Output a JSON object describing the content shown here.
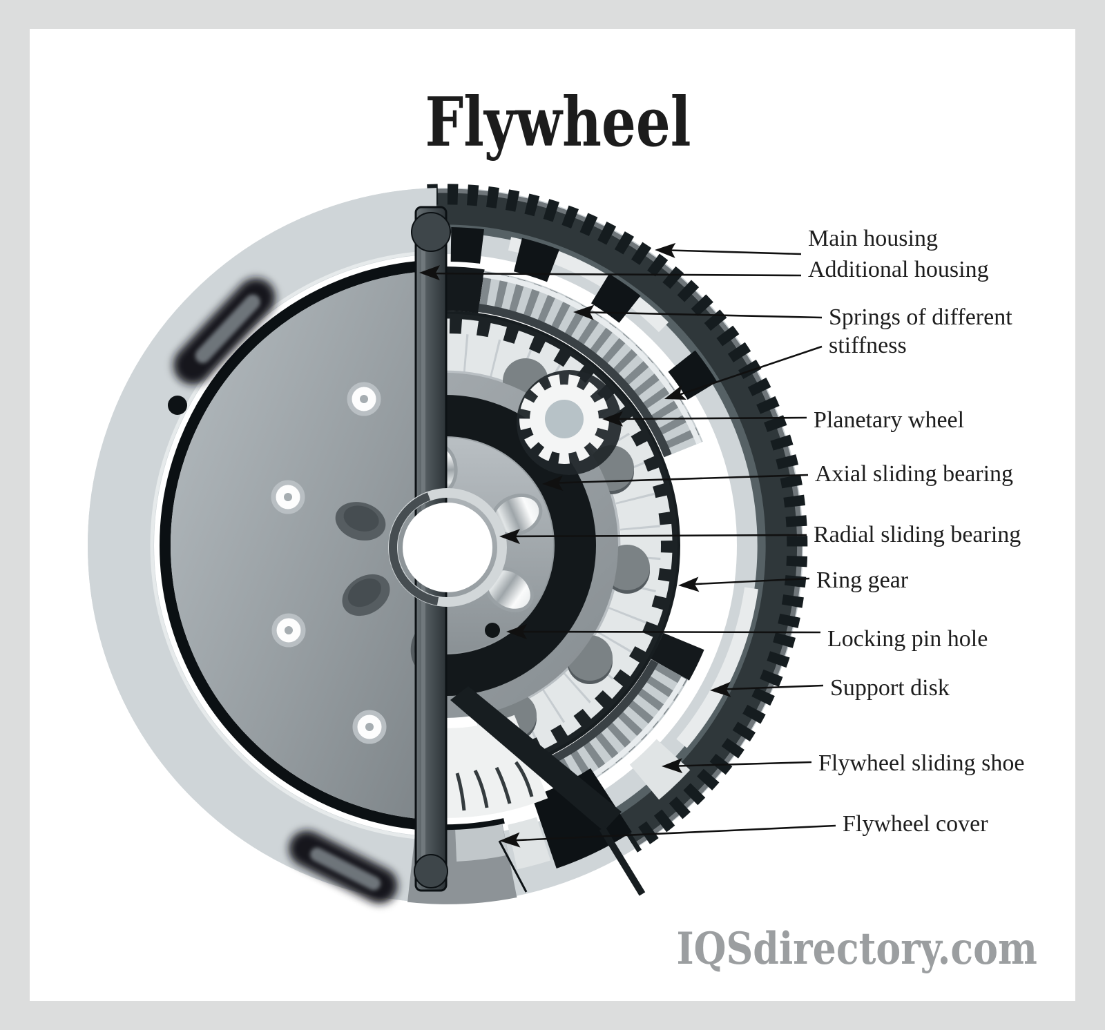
{
  "title": "Flywheel",
  "watermark": "IQSdirectory.com",
  "labels": {
    "main_housing": "Main housing",
    "additional_housing": "Additional housing",
    "springs": "Springs of different stiffness",
    "planetary_wheel": "Planetary wheel",
    "axial_sliding_bearing": "Axial sliding bearing",
    "radial_sliding_bearing": "Radial sliding bearing",
    "ring_gear": "Ring gear",
    "locking_pin_hole": "Locking pin hole",
    "support_disk": "Support disk",
    "flywheel_sliding_shoe": "Flywheel sliding shoe",
    "flywheel_cover": "Flywheel cover"
  },
  "colors": {
    "frame": "#dcdddd",
    "background": "#ffffff",
    "line": "#101010",
    "text": "#1d1d1d",
    "watermark": "#9b9ea0",
    "gear_dark": "#2f373a",
    "metal_light": "#ccd2d5",
    "metal_mid": "#959ca0"
  }
}
